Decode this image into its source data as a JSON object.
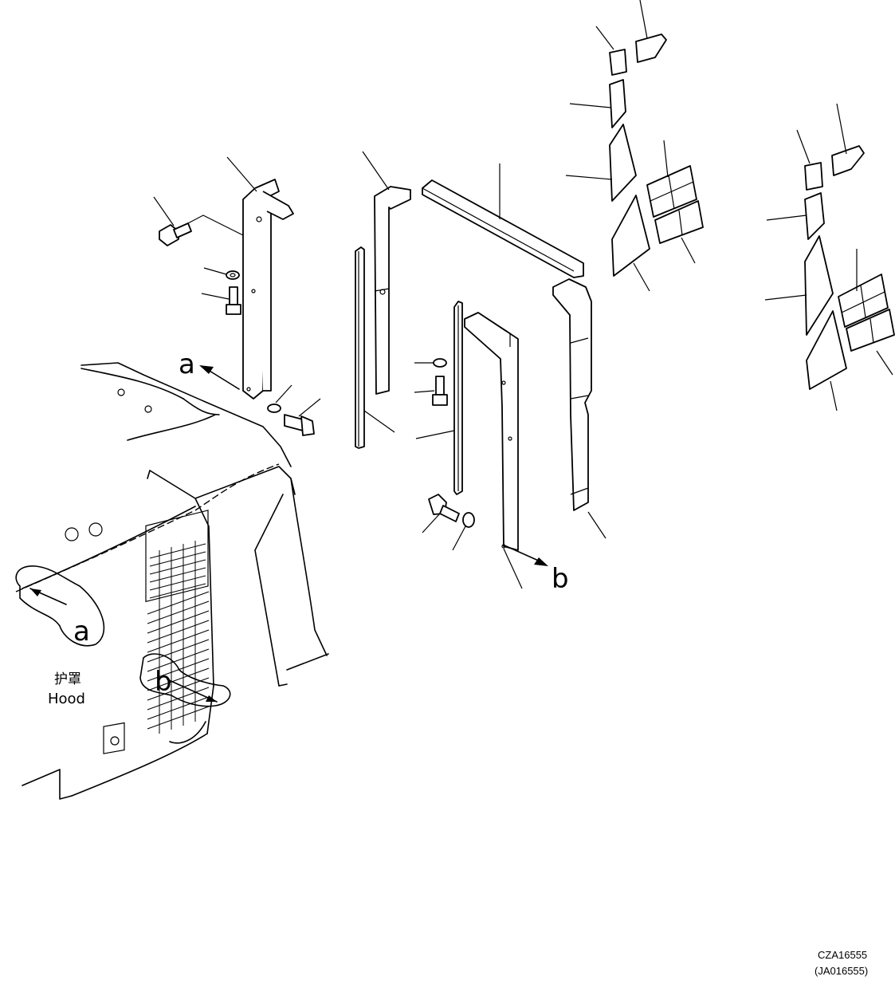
{
  "view_labels": {
    "a_marker": "a",
    "b_marker": "b",
    "a_callout": "a",
    "b_callout": "b"
  },
  "hood_label": {
    "chinese": "护罩",
    "english": "Hood"
  },
  "drawing_codes": {
    "primary": "CZA16555",
    "secondary": "(JA016555)"
  }
}
